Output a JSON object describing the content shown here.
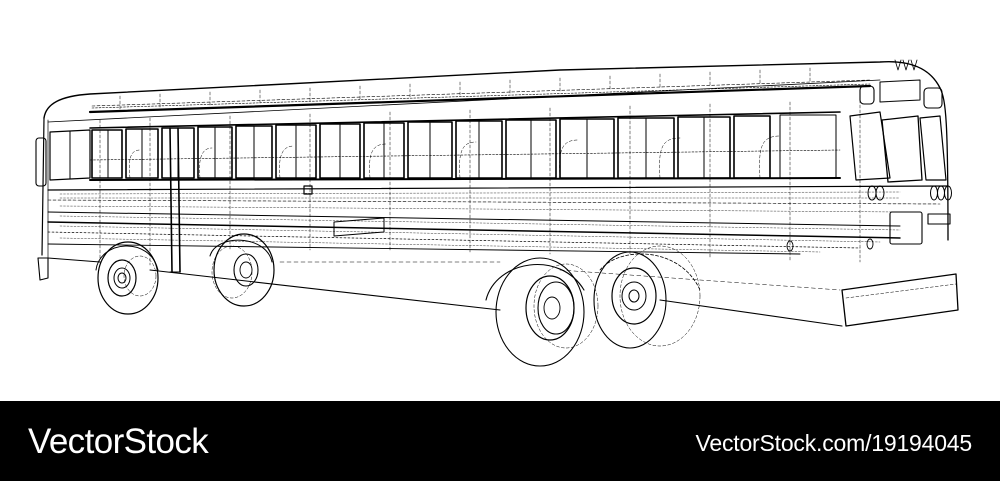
{
  "illustration": {
    "subject": "School bus wireframe drawing",
    "style": "black line art on white",
    "line_color": "#000000",
    "background_color": "#ffffff"
  },
  "footer": {
    "background_color": "#000000",
    "text_color": "#ffffff",
    "brand": "VectorStock",
    "stock_id": "VectorStock.com/19194045"
  }
}
